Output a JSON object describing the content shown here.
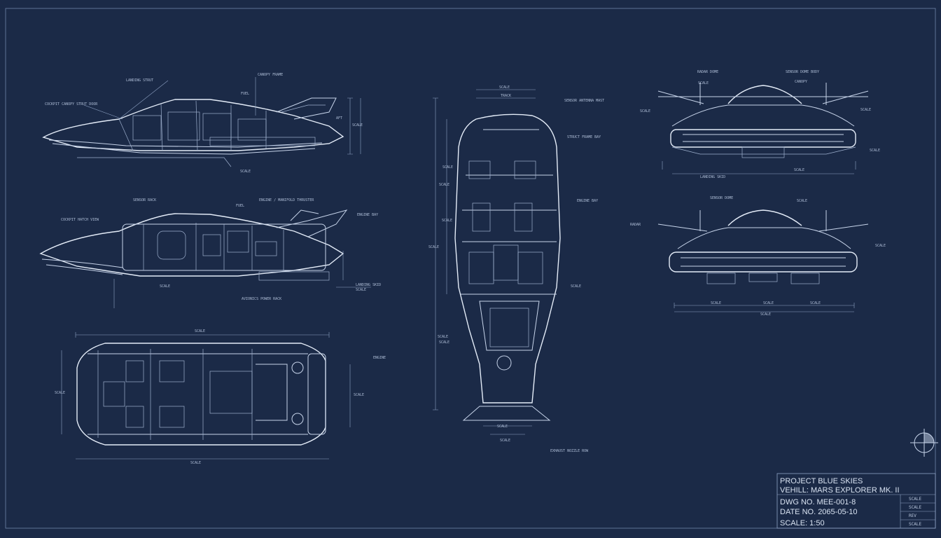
{
  "title_block": {
    "project": "PROJECT BLUE SKIES",
    "vehicle": "VEHILL: MARS EXPLORER MK. II",
    "dwg_no": "DWG NO. MEE-001-8",
    "date_no": "DATE NO. 2065-05-10",
    "scale": "SCALE: 1:50",
    "side_cells": [
      "SCALE",
      "SCALE",
      "REV",
      "SCALE"
    ]
  },
  "views": {
    "side_top": {
      "labels": [
        "LANDING STRUT",
        "COCKPIT CANOPY STRUT DOOR",
        "CANOPY FRAME",
        "FUEL",
        "AFT",
        "SCALE",
        "SCALE"
      ]
    },
    "side_section": {
      "labels": [
        "SENSOR RACK",
        "COCKPIT HATCH VIEW",
        "FUEL",
        "ENGINE / MANIFOLD THRUSTER",
        "ENGINE BAY",
        "SCALE",
        "LANDING SKID",
        "SCALE",
        "AVIONICS POWER RACK"
      ]
    },
    "plan": {
      "labels": [
        "SCALE",
        "SCALE",
        "SCALE",
        "ENGINE",
        "SCALE"
      ]
    },
    "top": {
      "labels": [
        "SCALE",
        "TRACK",
        "SENSOR ANTENNA MAST",
        "STRUCT FRAME BAY",
        "SCALE",
        "SCALE",
        "SCALE",
        "SCALE",
        "ENGINE BAY",
        "SCALE",
        "SCALE",
        "SCALE",
        "SCALE",
        "SCALE",
        "EXHAUST NOZZLE ROW"
      ]
    },
    "front_top": {
      "labels": [
        "RADAR DOME",
        "SENSOR DOME BODY",
        "CANOPY",
        "SCALE",
        "SCALE",
        "SCALE",
        "SCALE",
        "LANDING SKID",
        "SCALE"
      ]
    },
    "front_bottom": {
      "labels": [
        "SENSOR DOME",
        "SCALE",
        "RADAR",
        "SCALE",
        "SCALE",
        "SCALE",
        "SCALE",
        "SCALE"
      ]
    }
  },
  "colors": {
    "background": "#1b2a47",
    "line": "#c7d4ea"
  },
  "icons": {
    "north_marker": "circle-crosshair-icon"
  }
}
